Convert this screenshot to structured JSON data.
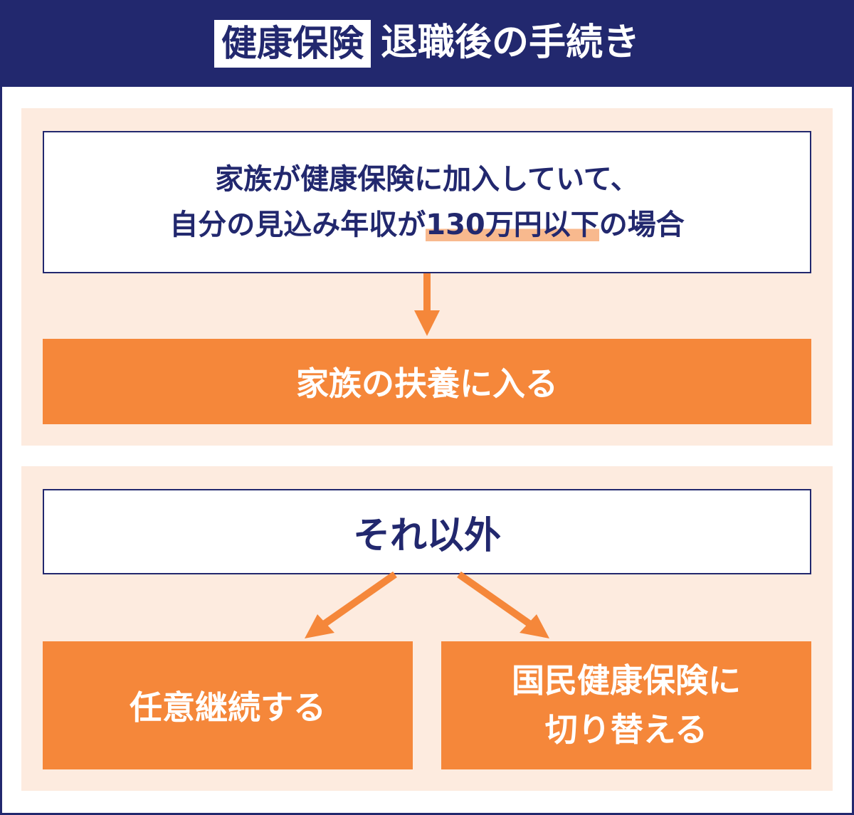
{
  "header": {
    "badge": "健康保険",
    "title": "退職後の手続き"
  },
  "section1": {
    "condition_line1": "家族が健康保険に加入していて、",
    "condition_line2_pre": "自分の見込み年収が",
    "condition_line2_highlight": "130万円以下",
    "condition_line2_post": "の場合",
    "result": "家族の扶養に入る"
  },
  "section2": {
    "condition": "それ以外",
    "result_left": "任意継続する",
    "result_right_line1": "国民健康保険に",
    "result_right_line2": "切り替える"
  },
  "colors": {
    "navy": "#22286e",
    "orange": "#f5873a",
    "peach": "#fdebdf",
    "highlight": "#f8b98e"
  }
}
